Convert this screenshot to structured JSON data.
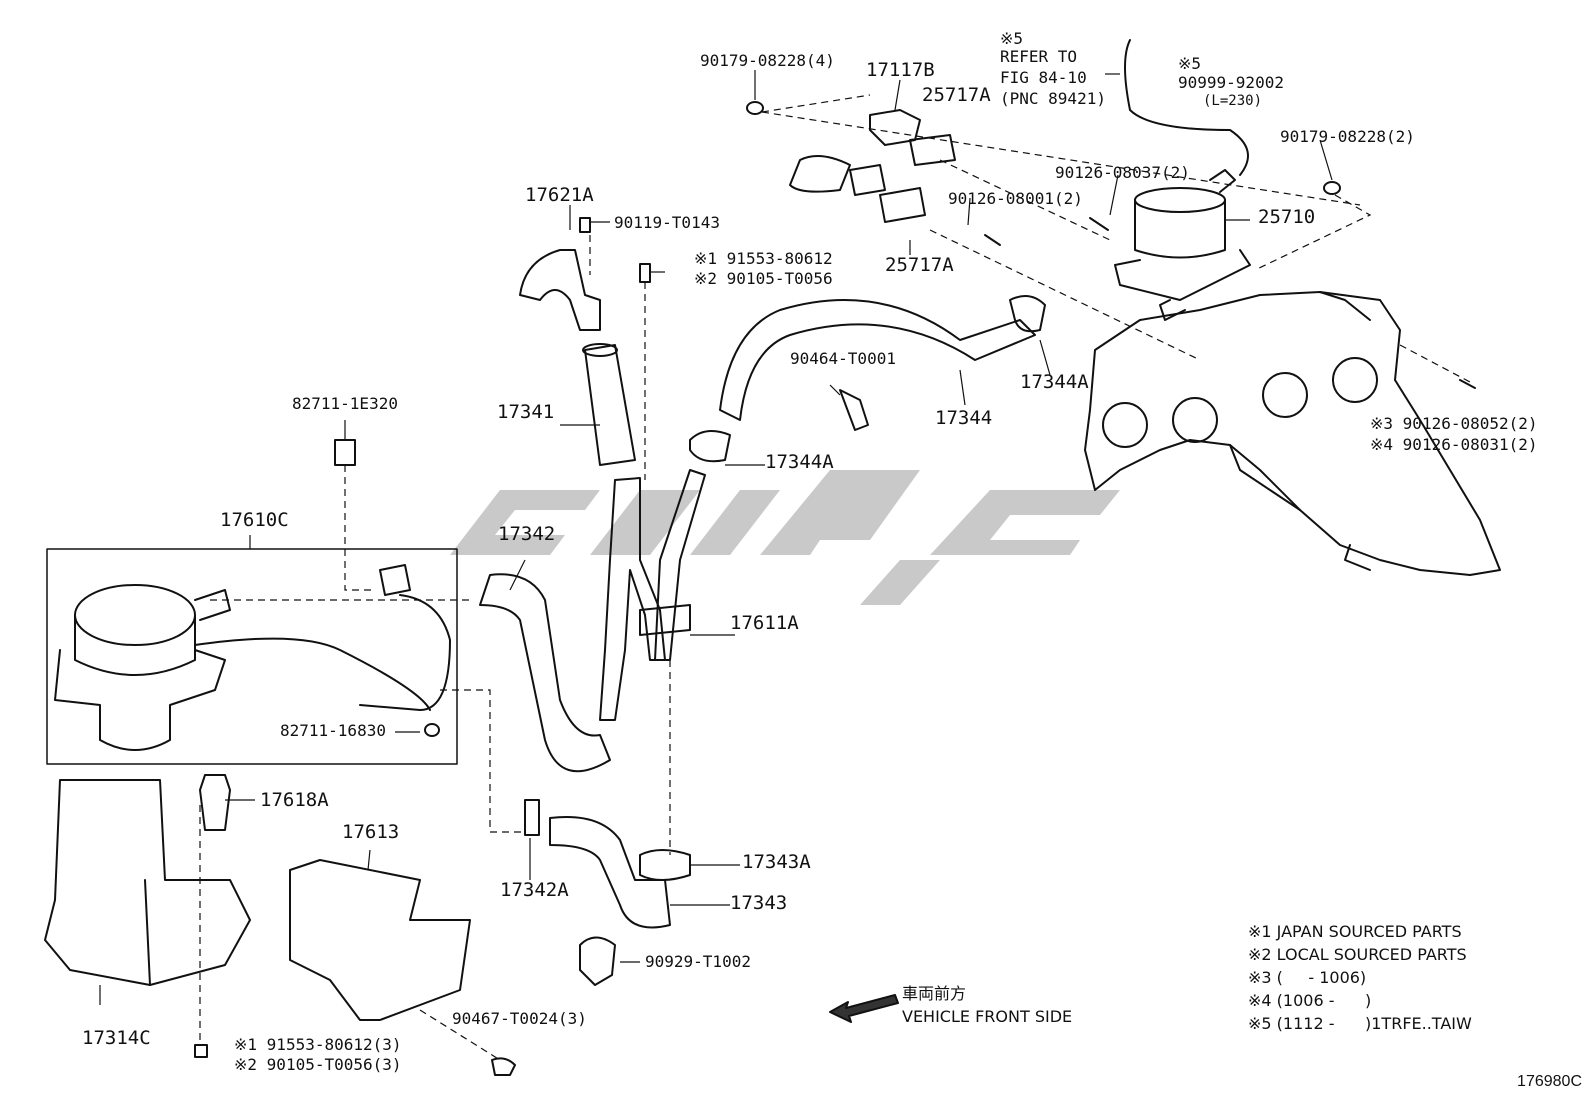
{
  "labels": {
    "p_90179_08228_4": "90179-08228(4)",
    "p_17117B": "17117B",
    "p_25717A_top": "25717A",
    "note5_a": "※5",
    "refer1": "REFER TO",
    "refer2": "FIG 84-10",
    "refer3": "(PNC 89421)",
    "note5_b": "※5",
    "p_90999_92002": "90999-92002",
    "len230": "(L=230)",
    "p_90179_08228_2": "90179-08228(2)",
    "p_90126_08037": "90126-08037(2)",
    "p_25710": "25710",
    "p_17621A": "17621A",
    "p_90119_T0143": "90119-T0143",
    "p_90126_08001": "90126-08001(2)",
    "p_25717A_bot": "25717A",
    "m1_91553": "※1 91553-80612",
    "m2_90105": "※2 90105-T0056",
    "p_90464": "90464-T0001",
    "p_17344": "17344",
    "p_17344A_r": "17344A",
    "p_17341": "17341",
    "p_17344A_l": "17344A",
    "p_82711_1E320": "82711-1E320",
    "m3_90126": "※3 90126-08052(2)",
    "m4_90126": "※4 90126-08031(2)",
    "p_17610C": "17610C",
    "p_17342": "17342",
    "p_17611A": "17611A",
    "p_82711_16830": "82711-16830",
    "p_17618A": "17618A",
    "p_17613": "17613",
    "p_17343A": "17343A",
    "p_17342A": "17342A",
    "p_17343": "17343",
    "p_90929": "90929-T1002",
    "p_90467": "90467-T0024(3)",
    "p_17314C": "17314C",
    "b1_91553": "※1 91553-80612(3)",
    "b2_90105": "※2 90105-T0056(3)",
    "front_jp": "車両前方",
    "front_en": "VEHICLE FRONT SIDE"
  },
  "notes": [
    "※1 JAPAN SOURCED PARTS",
    "※2 LOCAL SOURCED PARTS",
    "※3 (     - 1006)",
    "※4 (1006 -      )",
    "※5 (1112 -      )1TRFE..TAIW"
  ],
  "catalog_code": "176980C"
}
